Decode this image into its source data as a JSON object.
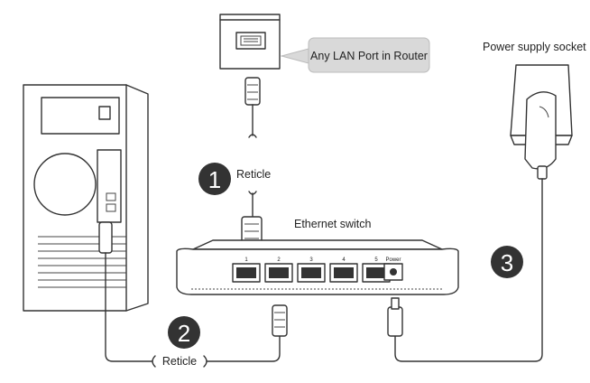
{
  "callout": {
    "text": "Any LAN Port in Router"
  },
  "labels": {
    "power_socket": "Power supply socket",
    "switch": "Ethernet switch",
    "cable_top": "Reticle",
    "cable_bottom": "Reticle"
  },
  "steps": [
    "1",
    "2",
    "3"
  ],
  "switch_ports": [
    "1",
    "2",
    "3",
    "4",
    "5"
  ],
  "power_port_label": "Power",
  "colors": {
    "badge": "#333333",
    "callout": "#d9d9d9"
  }
}
